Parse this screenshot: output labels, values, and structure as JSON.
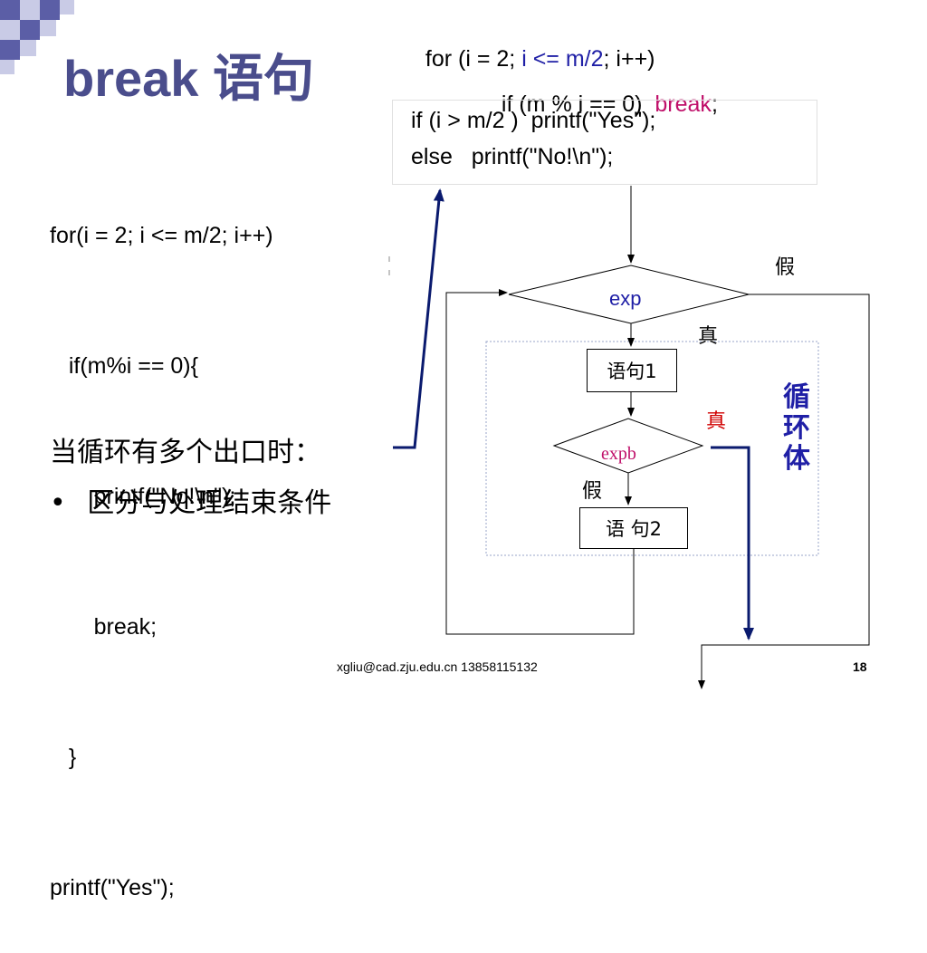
{
  "slide": {
    "title_en": "break",
    "title_cn": "语句",
    "top_code": {
      "line1_pre": "for (i = 2; ",
      "line1_hl": "i <= m/2",
      "line1_post": "; i++)",
      "line2_pre": "if (m % i == 0)  ",
      "line2_hl": "break",
      "line2_post": ";"
    },
    "bubble": {
      "line1": "if (i > m/2 )  printf(\"Yes\");",
      "line2": "else   printf(\"No!\\n\");"
    },
    "left_code": [
      "for(i = 2; i <= m/2; i++)",
      "   if(m%i == 0){",
      "       printf(\"No!\\n\");",
      "       break;",
      "   }",
      "printf(\"Yes\");"
    ],
    "note": "当循环有多个出口时：",
    "bullet_mark": "•",
    "bullet": "区分与处理结束条件",
    "flowchart": {
      "exp": "exp",
      "false1": "假",
      "true1": "真",
      "stmt1": "语句1",
      "true2": "真",
      "expb": "expb",
      "false2": "假",
      "stmt2": "语 句2",
      "loop_body": [
        "循",
        "环",
        "体"
      ]
    },
    "footer_contact": "xgliu@cad.zju.edu.cn  13858115132",
    "page_number": "18",
    "colors": {
      "title": "#4a4d8c",
      "keyword_blue": "#1f1fa6",
      "keyword_magenta": "#c0106a",
      "red": "#d00000",
      "arrow_navy": "#0a1a6e",
      "loop_body": "#1f1fa6"
    }
  }
}
